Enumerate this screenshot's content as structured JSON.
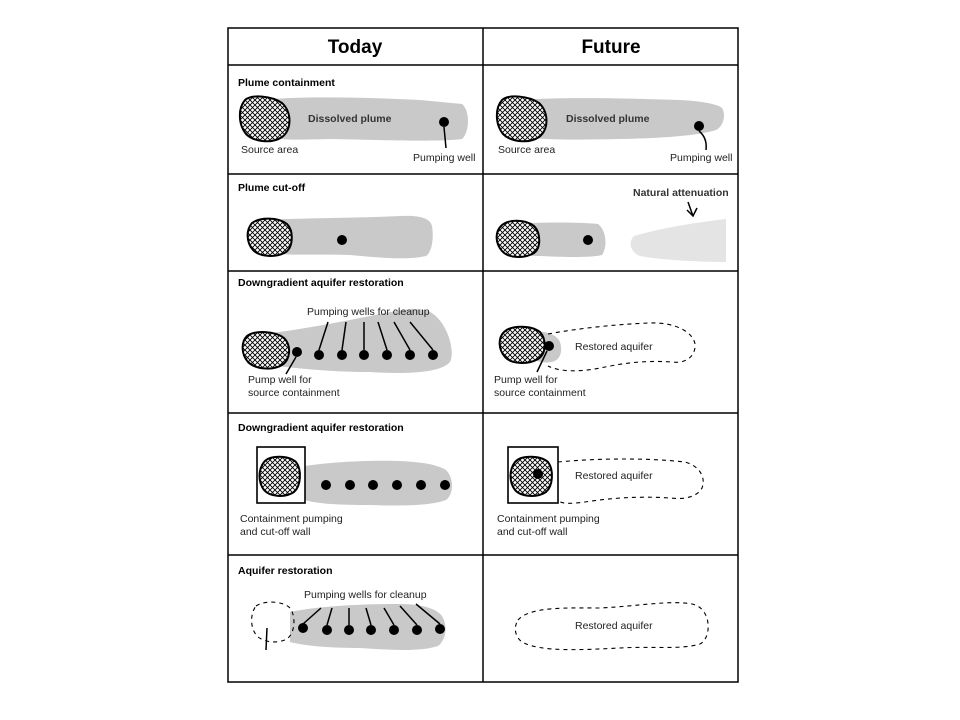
{
  "headers": {
    "today": "Today",
    "future": "Future"
  },
  "rows": [
    {
      "title": "Plume containment",
      "today": {
        "plume_label": "Dissolved plume",
        "source_label": "Source area",
        "well_label": "Pumping well"
      },
      "future": {
        "plume_label": "Dissolved plume",
        "source_label": "Source area",
        "well_label": "Pumping well"
      }
    },
    {
      "title": "Plume cut-off",
      "future": {
        "attenuation_label": "Natural attenuation"
      }
    },
    {
      "title": "Downgradient aquifer restoration",
      "today": {
        "wells_label": "Pumping wells for cleanup",
        "source_well_label_1": "Pump well for",
        "source_well_label_2": "source containment"
      },
      "future": {
        "restored_label": "Restored aquifer",
        "source_well_label_1": "Pump well for",
        "source_well_label_2": "source containment"
      }
    },
    {
      "title": "Downgradient aquifer restoration",
      "today": {
        "wall_label_1": "Containment pumping",
        "wall_label_2": "and cut-off wall"
      },
      "future": {
        "restored_label": "Restored aquifer",
        "wall_label_1": "Containment pumping",
        "wall_label_2": "and cut-off wall"
      }
    },
    {
      "title": "Aquifer restoration",
      "today": {
        "wells_label": "Pumping wells for cleanup"
      },
      "future": {
        "restored_label": "Restored aquifer"
      }
    }
  ]
}
